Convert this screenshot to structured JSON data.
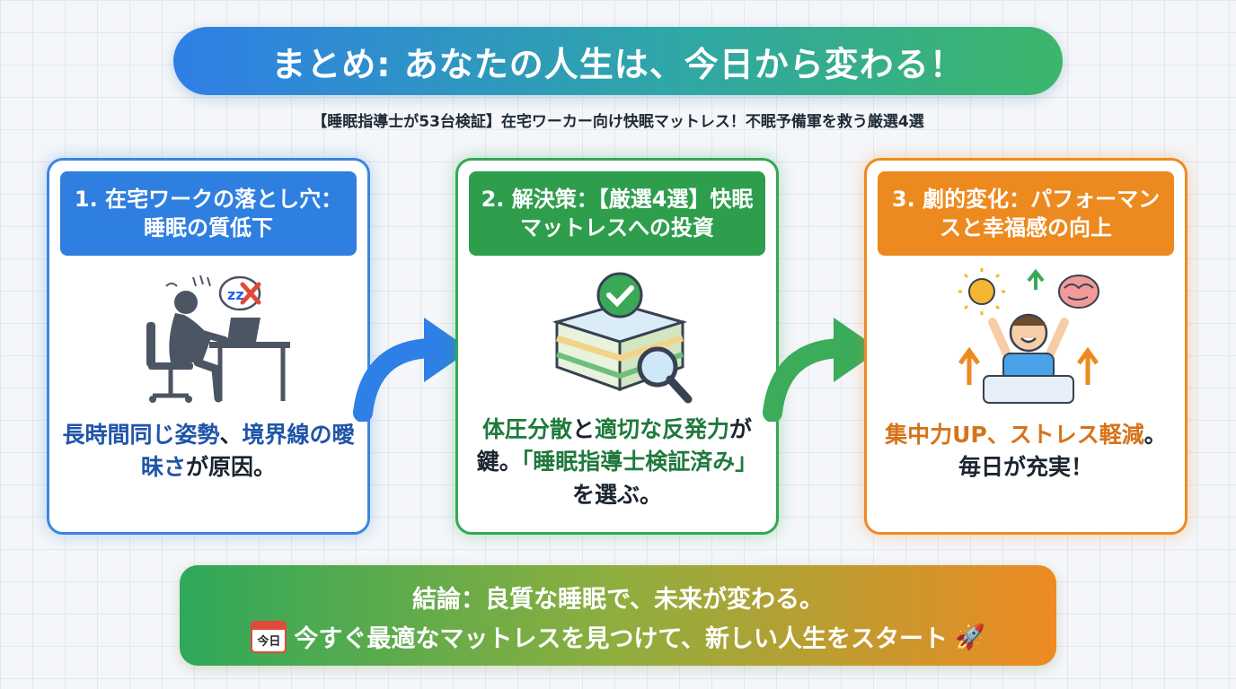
{
  "title": "まとめ: あなたの人生は、今日から変わる！",
  "subtitle": "【睡眠指導士が53台検証】在宅ワーカー向け快眠マットレス！不眠予備軍を救う厳選4選",
  "cards": [
    {
      "heading": "1. 在宅ワークの落とし穴：睡眠の質低下",
      "icon": "sleepy-worker-icon",
      "body_colored_1": "長時間同じ姿勢",
      "body_dark_1": "、",
      "body_colored_2": "境界線の曖昧さ",
      "body_dark_2": "が原因。",
      "color": "#2f7fe0"
    },
    {
      "heading": "2. 解決策：【厳選4選】快眠マットレスへの投資",
      "icon": "mattress-check-icon",
      "body_colored_1": "体圧分散",
      "body_dark_1": "と",
      "body_colored_2": "適切な反発力",
      "body_dark_2": "が鍵。",
      "body_colored_3": "「睡眠指導士検証済み」",
      "body_dark_3": "を選ぶ。",
      "color": "#2e9e4d"
    },
    {
      "heading": "3. 劇的変化：パフォーマンスと幸福感の向上",
      "icon": "happy-wakeup-icon",
      "body_colored_1": "集中力UP、ストレス軽減",
      "body_dark_1": "。毎日が充実！",
      "color": "#ec8a1f"
    }
  ],
  "conclusion": {
    "line1": "結論：良質な睡眠で、未来が変わる。",
    "calendar_label": "今日",
    "line2": "今すぐ最適なマットレスを見つけて、新しい人生をスタート",
    "rocket": "🚀"
  }
}
